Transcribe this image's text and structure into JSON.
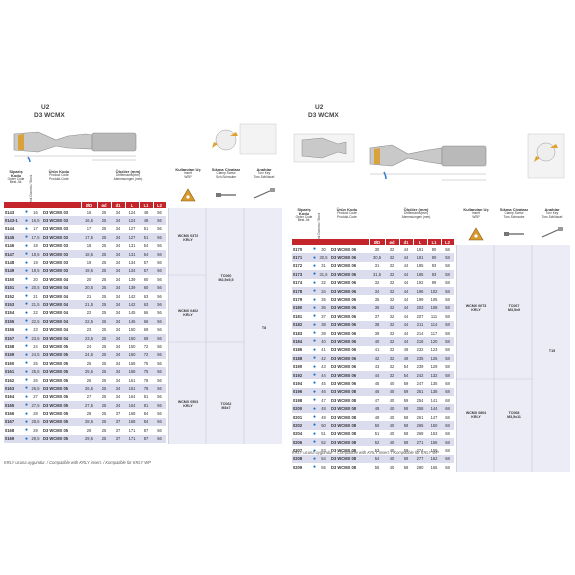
{
  "left": {
    "series_line1": "U2",
    "series_line2": "D3 WCMX",
    "head_code": {
      "title": "Sipariş Kodu",
      "sub1": "Order Code",
      "sub2": "Best.-Nr."
    },
    "head_avail": "Stok Durumu / Stock",
    "head_product": {
      "title": "Ürün Kodu",
      "sub1": "Product Code",
      "sub2": "Produkt-Code"
    },
    "head_dims": {
      "title": "Ölçüler (mm)",
      "sub1": "Dimensions(mm)",
      "sub2": "Abmessungen (mm)"
    },
    "head_insert": {
      "title": "Kullanılan Uç",
      "sub1": "Insert",
      "sub2": "WSP"
    },
    "head_screw": {
      "title": "Sıkma Civatası",
      "sub1": "Clamp Screw",
      "sub2": "Sch.Schraube"
    },
    "head_key": {
      "title": "Anahtar",
      "sub1": "Torx Key",
      "sub2": "Torx-Schlüssel"
    },
    "dim_headers": [
      "ØD",
      "ød",
      "d1",
      "L",
      "L1",
      "L2"
    ],
    "rows": [
      [
        "0143",
        "16",
        "D3 WCMX 03",
        "16",
        "25",
        "34",
        "124",
        "48",
        "56"
      ],
      [
        "0143-1",
        "16,5",
        "D3 WCMX 03",
        "16,5",
        "25",
        "34",
        "124",
        "48",
        "56"
      ],
      [
        "0144",
        "17",
        "D3 WCMX 03",
        "17",
        "25",
        "34",
        "127",
        "51",
        "56"
      ],
      [
        "0145",
        "17,5",
        "D3 WCMX 03",
        "17,5",
        "25",
        "34",
        "127",
        "51",
        "56"
      ],
      [
        "0146",
        "18",
        "D3 WCMX 03",
        "18",
        "25",
        "34",
        "131",
        "54",
        "56"
      ],
      [
        "0147",
        "18,5",
        "D3 WCMX 03",
        "18,5",
        "25",
        "34",
        "131",
        "54",
        "56"
      ],
      [
        "0148",
        "19",
        "D3 WCMX 03",
        "19",
        "25",
        "34",
        "134",
        "57",
        "56"
      ],
      [
        "0149",
        "19,5",
        "D3 WCMX 03",
        "19,5",
        "25",
        "34",
        "134",
        "57",
        "56"
      ],
      [
        "0150",
        "20",
        "D3 WCMX 04",
        "20",
        "25",
        "34",
        "139",
        "60",
        "56"
      ],
      [
        "0151",
        "20,5",
        "D3 WCMX 04",
        "20,5",
        "25",
        "34",
        "139",
        "60",
        "56"
      ],
      [
        "0152",
        "21",
        "D3 WCMX 04",
        "21",
        "25",
        "34",
        "142",
        "63",
        "56"
      ],
      [
        "0153",
        "21,5",
        "D3 WCMX 04",
        "21,5",
        "25",
        "34",
        "142",
        "63",
        "56"
      ],
      [
        "0154",
        "22",
        "D3 WCMX 04",
        "22",
        "25",
        "34",
        "145",
        "66",
        "56"
      ],
      [
        "0155",
        "22,5",
        "D3 WCMX 04",
        "22,5",
        "25",
        "34",
        "145",
        "66",
        "56"
      ],
      [
        "0156",
        "23",
        "D3 WCMX 04",
        "23",
        "25",
        "34",
        "150",
        "69",
        "56"
      ],
      [
        "0157",
        "23,5",
        "D3 WCMX 04",
        "23,5",
        "25",
        "34",
        "150",
        "69",
        "56"
      ],
      [
        "0158",
        "24",
        "D3 WCMX 05",
        "24",
        "25",
        "34",
        "150",
        "72",
        "56"
      ],
      [
        "0159",
        "24,5",
        "D3 WCMX 05",
        "24,5",
        "25",
        "34",
        "150",
        "72",
        "56"
      ],
      [
        "0160",
        "25",
        "D3 WCMX 05",
        "25",
        "25",
        "34",
        "158",
        "75",
        "56"
      ],
      [
        "0161",
        "25,5",
        "D3 WCMX 05",
        "25,5",
        "25",
        "34",
        "158",
        "75",
        "56"
      ],
      [
        "0162",
        "26",
        "D3 WCMX 05",
        "26",
        "25",
        "34",
        "161",
        "78",
        "56"
      ],
      [
        "0163",
        "26,5",
        "D3 WCMX 05",
        "26,5",
        "25",
        "34",
        "161",
        "78",
        "56"
      ],
      [
        "0164",
        "27",
        "D3 WCMX 05",
        "27",
        "25",
        "34",
        "164",
        "81",
        "56"
      ],
      [
        "0165",
        "27,5",
        "D3 WCMX 05",
        "27,5",
        "25",
        "34",
        "164",
        "81",
        "56"
      ],
      [
        "0166",
        "28",
        "D3 WCMX 05",
        "28",
        "25",
        "37",
        "168",
        "84",
        "56"
      ],
      [
        "0167",
        "28,5",
        "D3 WCMX 05",
        "28,5",
        "25",
        "37",
        "168",
        "84",
        "56"
      ],
      [
        "0168",
        "29",
        "D3 WCMX 05",
        "29",
        "25",
        "37",
        "171",
        "87",
        "56"
      ],
      [
        "0169",
        "29,5",
        "D3 WCMX 05",
        "29,5",
        "25",
        "37",
        "171",
        "87",
        "56"
      ]
    ],
    "block1_insert": [
      "WCMX 03T2",
      "KRLY"
    ],
    "block1_screw": [
      "TC060",
      "M2,5x5,5"
    ],
    "block2_insert": [
      "WCMX 0402",
      "KRLY"
    ],
    "block3_insert": [
      "WCMX 0503",
      "KRLY"
    ],
    "block3_screw": [
      "TC062",
      "M3x7"
    ],
    "key_value": "T8",
    "footnote": "KRLY ucuna uygundur. / Compatible with KRLY insert. / Kompatible für KRLY WP"
  },
  "right": {
    "series_line1": "U2",
    "series_line2": "D3 WCMX",
    "head_code": {
      "title": "Sipariş Kodu",
      "sub1": "Order Code",
      "sub2": "Best.-Nr."
    },
    "head_avail": "Stok Durumu / Stock",
    "head_product": {
      "title": "Ürün Kodu",
      "sub1": "Product Code",
      "sub2": "Produkt-Code"
    },
    "head_dims": {
      "title": "Ölçüler (mm)",
      "sub1": "Dimensions(mm)",
      "sub2": "Abmessungen (mm)"
    },
    "head_insert": {
      "title": "Kullanılan Uç",
      "sub1": "Insert",
      "sub2": "WSP"
    },
    "head_screw": {
      "title": "Sıkma Civatası",
      "sub1": "Clamp Screw",
      "sub2": "Torx-Schraube"
    },
    "head_key": {
      "title": "Anahtar",
      "sub1": "Torx Key",
      "sub2": "Torx-Schlüssel"
    },
    "dim_headers": [
      "ØD",
      "ød",
      "d1",
      "L",
      "L1",
      "L2"
    ],
    "rows": [
      [
        "0170",
        "30",
        "D3 WCMX 06",
        "30",
        "32",
        "44",
        "181",
        "90",
        "58"
      ],
      [
        "0171",
        "30,5",
        "D3 WCMX 06",
        "30,5",
        "32",
        "44",
        "181",
        "90",
        "58"
      ],
      [
        "0172",
        "31",
        "D3 WCMX 06",
        "31",
        "32",
        "44",
        "185",
        "93",
        "58"
      ],
      [
        "0173",
        "31,5",
        "D3 WCMX 06",
        "31,5",
        "32",
        "44",
        "185",
        "93",
        "58"
      ],
      [
        "0174",
        "32",
        "D3 WCMX 06",
        "32",
        "32",
        "44",
        "192",
        "99",
        "58"
      ],
      [
        "0178",
        "34",
        "D3 WCMX 06",
        "34",
        "32",
        "44",
        "196",
        "102",
        "58"
      ],
      [
        "0179",
        "35",
        "D3 WCMX 06",
        "35",
        "32",
        "44",
        "199",
        "105",
        "58"
      ],
      [
        "0180",
        "36",
        "D3 WCMX 06",
        "36",
        "32",
        "44",
        "203",
        "108",
        "58"
      ],
      [
        "0181",
        "37",
        "D3 WCMX 06",
        "37",
        "32",
        "44",
        "207",
        "111",
        "58"
      ],
      [
        "0182",
        "38",
        "D3 WCMX 06",
        "38",
        "32",
        "44",
        "211",
        "114",
        "58"
      ],
      [
        "0183",
        "39",
        "D3 WCMX 06",
        "39",
        "32",
        "44",
        "214",
        "117",
        "58"
      ],
      [
        "0184",
        "40",
        "D3 WCMX 06",
        "40",
        "32",
        "44",
        "218",
        "120",
        "58"
      ],
      [
        "0186",
        "41",
        "D3 WCMX 06",
        "41",
        "32",
        "49",
        "232",
        "123",
        "58"
      ],
      [
        "0188",
        "42",
        "D3 WCMX 06",
        "42",
        "32",
        "49",
        "235",
        "126",
        "58"
      ],
      [
        "0190",
        "43",
        "D3 WCMX 06",
        "43",
        "32",
        "54",
        "239",
        "129",
        "58"
      ],
      [
        "0192",
        "44",
        "D3 WCMX 06",
        "44",
        "32",
        "54",
        "242",
        "132",
        "58"
      ],
      [
        "0194",
        "45",
        "D3 WCMX 06",
        "45",
        "40",
        "59",
        "247",
        "135",
        "68"
      ],
      [
        "0196",
        "46",
        "D3 WCMX 08",
        "46",
        "40",
        "59",
        "251",
        "138",
        "68"
      ],
      [
        "0198",
        "47",
        "D3 WCMX 08",
        "47",
        "40",
        "59",
        "254",
        "141",
        "68"
      ],
      [
        "0200",
        "48",
        "D3 WCMX 08",
        "48",
        "40",
        "59",
        "258",
        "144",
        "68"
      ],
      [
        "0201",
        "49",
        "D3 WCMX 08",
        "49",
        "40",
        "59",
        "261",
        "147",
        "68"
      ],
      [
        "0202",
        "50",
        "D3 WCMX 08",
        "50",
        "40",
        "59",
        "265",
        "150",
        "68"
      ],
      [
        "0204",
        "51",
        "D3 WCMX 08",
        "51",
        "40",
        "59",
        "268",
        "153",
        "68"
      ],
      [
        "0206",
        "52",
        "D3 WCMX 08",
        "52",
        "40",
        "59",
        "271",
        "156",
        "68"
      ],
      [
        "0207",
        "53",
        "D3 WCMX 08",
        "53",
        "40",
        "59",
        "274",
        "159",
        "68"
      ],
      [
        "0208",
        "54",
        "D3 WCMX 08",
        "54",
        "40",
        "59",
        "277",
        "162",
        "68"
      ],
      [
        "0209",
        "55",
        "D3 WCMX 08",
        "55",
        "40",
        "59",
        "280",
        "165",
        "68"
      ]
    ],
    "block1_insert": [
      "WCMX 06T3",
      "KRLY"
    ],
    "block1_screw": [
      "TC067",
      "M3,5x9"
    ],
    "block2_insert": [
      "WCMX 0804",
      "KRLY"
    ],
    "block2_screw": [
      "TC068",
      "M3,5x11"
    ],
    "key_value": "T15",
    "footnote": "KRLY ucuna uygundur. / Compatible with KRLY insert. / Kompatible für KRLY WP"
  },
  "colors": {
    "header_red": "#c3252b",
    "row_alt": "#dcdcef",
    "block_bg": "#ececf6",
    "bullet": "#1f6fbf"
  }
}
